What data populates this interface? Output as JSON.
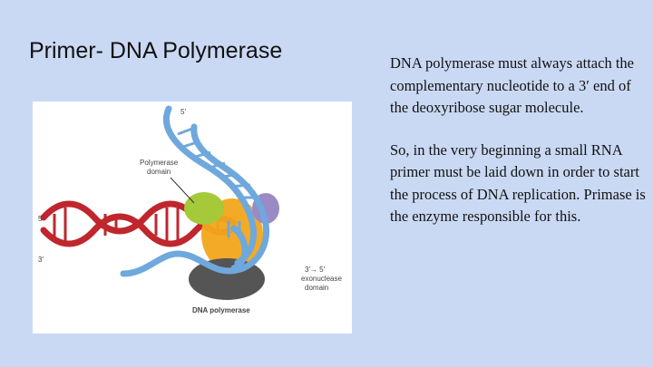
{
  "slide": {
    "title": "Primer- DNA Polymerase",
    "paragraphs": [
      "DNA polymerase must always attach the complementary  nucleotide to a 3′ end of the deoxyribose sugar molecule.",
      "So, in the very beginning a small RNA primer must be laid down in order to start the process of DNA replication. Primase is the enzyme responsible for this."
    ]
  },
  "figure": {
    "labels": {
      "five_prime_top": "5′",
      "five_prime_left": "5′",
      "three_prime_left": "3′",
      "polymerase_domain": [
        "Polymerase",
        "domain"
      ],
      "exonuclease_domain": [
        "3′→ 5′",
        "exonuclease",
        "domain"
      ],
      "dna_polymerase": "DNA polymerase"
    },
    "colors": {
      "dna_red": "#c0262d",
      "dna_blue": "#6fa8dc",
      "polymerase_green": "#a6c93a",
      "core_orange": "#f2a71b",
      "exonuclease_gray": "#555555",
      "accessory_purple": "#9b8ac4"
    }
  }
}
